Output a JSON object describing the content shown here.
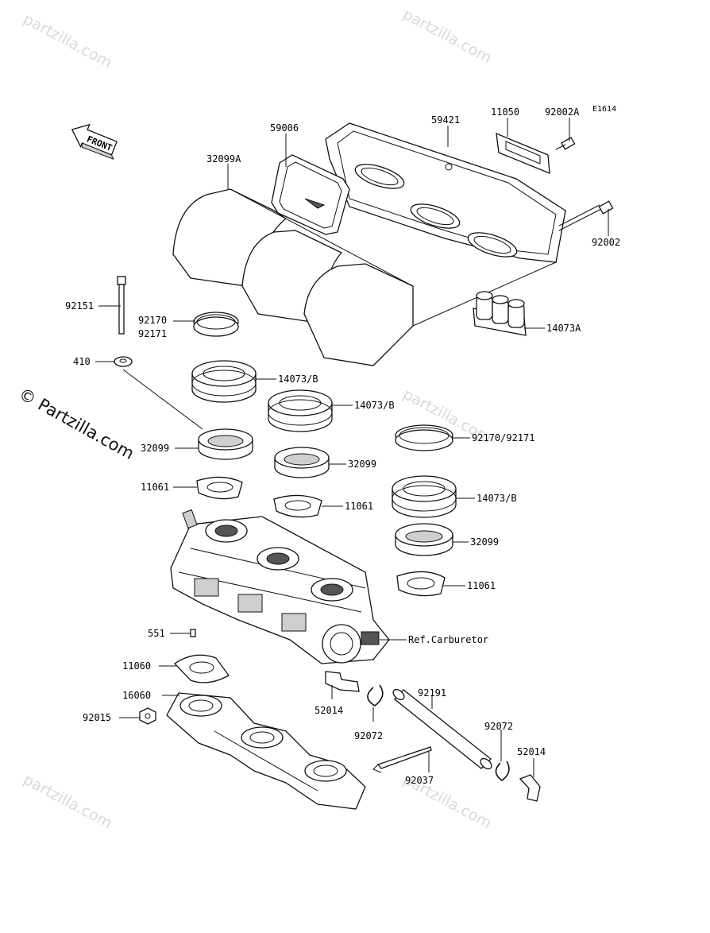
{
  "diagram_code": "E1614",
  "front_arrow": {
    "label": "FRONT",
    "icon": "front-arrow-icon"
  },
  "watermark": "© Partzilla.com",
  "watermark_faint": "partzilla.com",
  "parts": {
    "p59006": "59006",
    "p59421": "59421",
    "p11050": "11050",
    "p92002A": "92002A",
    "p32099A": "32099A",
    "p92002": "92002",
    "p92151": "92151",
    "p92170": "92170",
    "p92171": "92171",
    "p14073A": "14073A",
    "p410": "410",
    "p14073B_1": "14073/B",
    "p14073B_2": "14073/B",
    "p14073B_3": "14073/B",
    "p32099_1": "32099",
    "p32099_2": "32099",
    "p32099_3": "32099",
    "p92170_92171": "92170/92171",
    "p11061_1": "11061",
    "p11061_2": "11061",
    "p11061_3": "11061",
    "p551": "551",
    "p11060": "11060",
    "p16060": "16060",
    "p92015": "92015",
    "p52014_1": "52014",
    "p52014_2": "52014",
    "p92072_1": "92072",
    "p92072_2": "92072",
    "p92191": "92191",
    "p92037": "92037",
    "ref_carburetor": "Ref.Carburetor"
  }
}
